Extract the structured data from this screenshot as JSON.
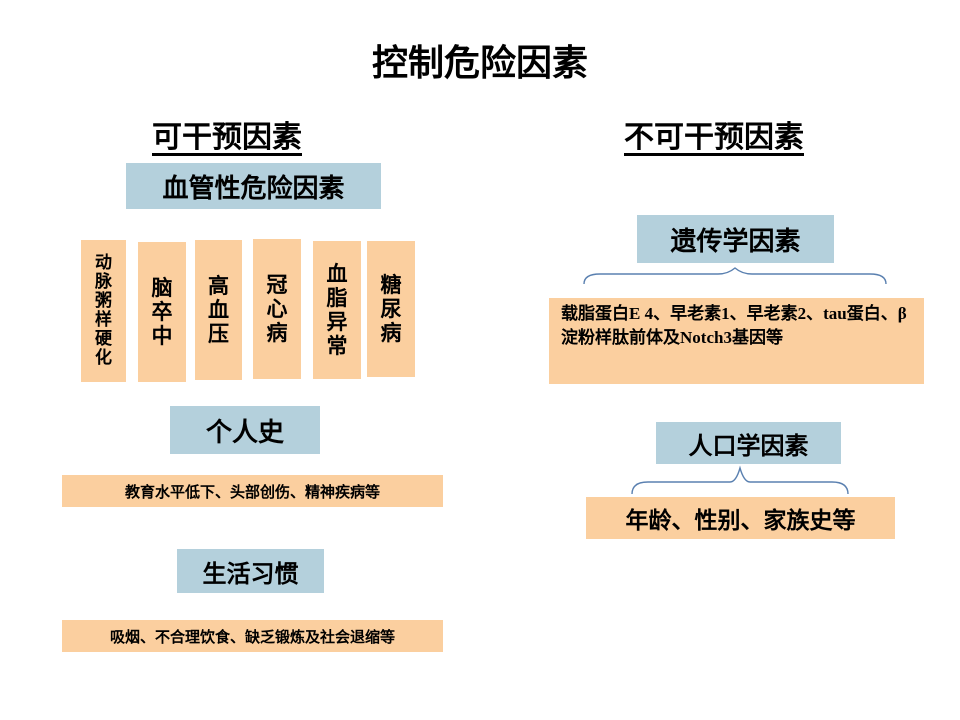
{
  "title": "控制危险因素",
  "left": {
    "heading": "可干预因素",
    "vascular": {
      "label": "血管性危险因素",
      "items": [
        "动脉粥样硬化",
        "脑卒中",
        "高血压",
        "冠心病",
        "血脂异常",
        "糖尿病"
      ]
    },
    "personal_history": {
      "label": "个人史",
      "detail": "教育水平低下、头部创伤、精神疾病等"
    },
    "lifestyle": {
      "label": "生活习惯",
      "detail": "吸烟、不合理饮食、缺乏锻炼及社会退缩等"
    }
  },
  "right": {
    "heading": "不可干预因素",
    "genetic": {
      "label": "遗传学因素",
      "detail": "载脂蛋白E 4、早老素1、早老素2、tau蛋白、β淀粉样肽前体及Notch3基因等"
    },
    "demographic": {
      "label": "人口学因素",
      "detail": "年龄、性别、家族史等"
    }
  },
  "colors": {
    "label_box": "#b4d0dc",
    "detail_box": "#fbcf9f",
    "brace": "#5a80b0"
  }
}
